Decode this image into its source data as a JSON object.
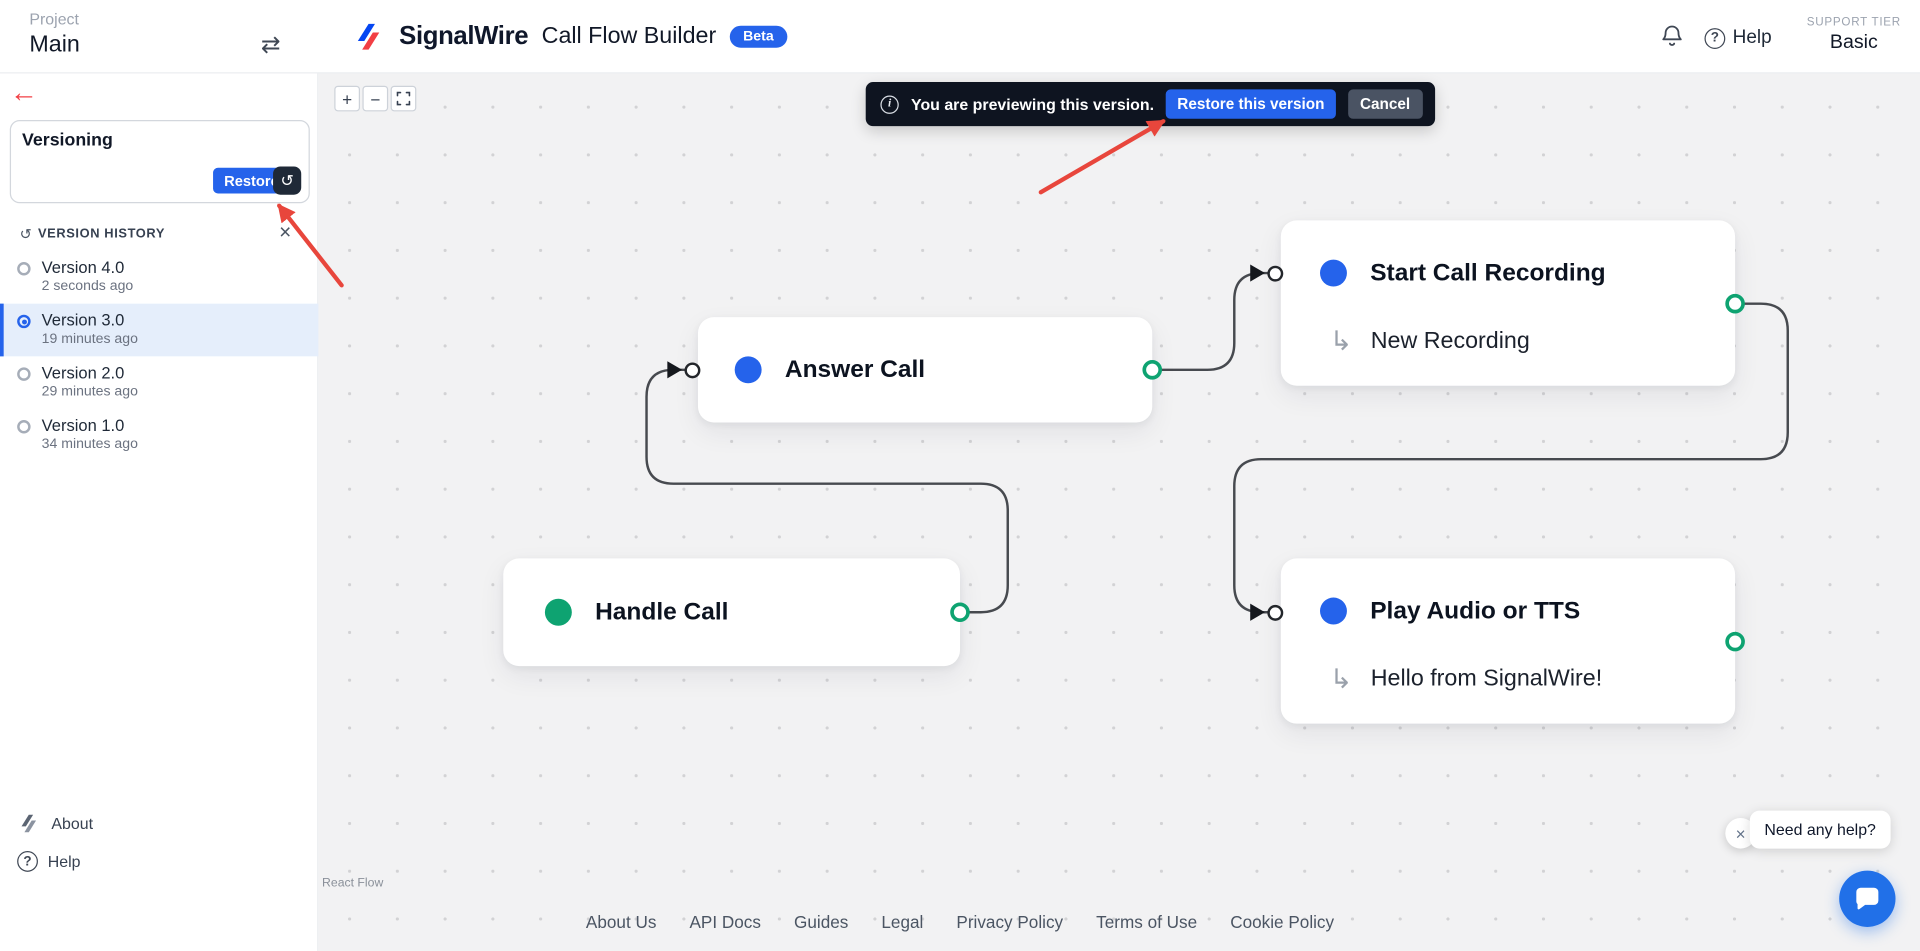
{
  "colors": {
    "accent_blue": "#2563eb",
    "brand_red": "#f23f44",
    "node_green": "#0ea371",
    "toast_bg": "#0e1420",
    "annotation_red": "#e8463c"
  },
  "icons": {
    "swap": "⇄",
    "back": "←",
    "history": "↺",
    "close": "×",
    "branch": "↳",
    "plus": "+",
    "minus": "−",
    "question": "?",
    "info": "i"
  },
  "header": {
    "project_label": "Project",
    "project_name": "Main",
    "brand": "SignalWire",
    "app_title": "Call Flow Builder",
    "beta_badge": "Beta",
    "help_label": "Help",
    "support_tier_label": "SUPPORT TIER",
    "support_tier_value": "Basic"
  },
  "sidebar": {
    "panel_title": "Versioning",
    "restore_button": "Restore",
    "history_header": "VERSION HISTORY",
    "versions": [
      {
        "name": "Version 4.0",
        "time": "2 seconds ago"
      },
      {
        "name": "Version 3.0",
        "time": "19 minutes ago"
      },
      {
        "name": "Version 2.0",
        "time": "29 minutes ago"
      },
      {
        "name": "Version 1.0",
        "time": "34 minutes ago"
      }
    ],
    "about_label": "About",
    "help_label": "Help"
  },
  "toast": {
    "message": "You are previewing this version.",
    "restore_button": "Restore this version",
    "cancel_button": "Cancel"
  },
  "flow": {
    "nodes": [
      {
        "title": "Answer Call",
        "dot_color": "#2563eb"
      },
      {
        "title": "Start Call Recording",
        "subtitle": "New Recording",
        "dot_color": "#2563eb"
      },
      {
        "title": "Handle Call",
        "dot_color": "#0ea371"
      },
      {
        "title": "Play Audio or TTS",
        "subtitle": "Hello from SignalWire!",
        "dot_color": "#2563eb"
      }
    ],
    "attribution": "React Flow"
  },
  "footer": {
    "links": [
      "About Us",
      "API Docs",
      "Guides",
      "Legal",
      "Privacy Policy",
      "Terms of Use",
      "Cookie Policy"
    ]
  },
  "chat": {
    "tooltip": "Need any help?"
  }
}
